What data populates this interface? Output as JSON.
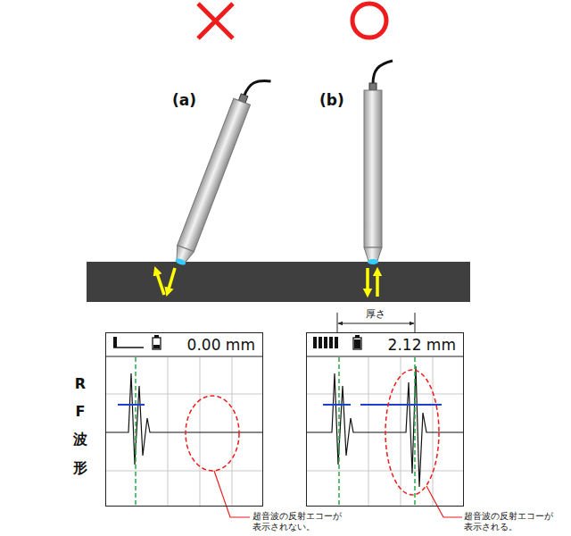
{
  "diagram": {
    "nodes": [
      {
        "text": [
          "0.00 mm"
        ]
      },
      {
        "text": [
          "2.12 mm"
        ]
      }
    ],
    "labels": [
      "(a)",
      "(b)",
      "厚さ",
      "RF波形",
      "超音波の反射エコーが 表示されない。",
      "超音波の反射エコーが 表示される。"
    ]
  }
}
